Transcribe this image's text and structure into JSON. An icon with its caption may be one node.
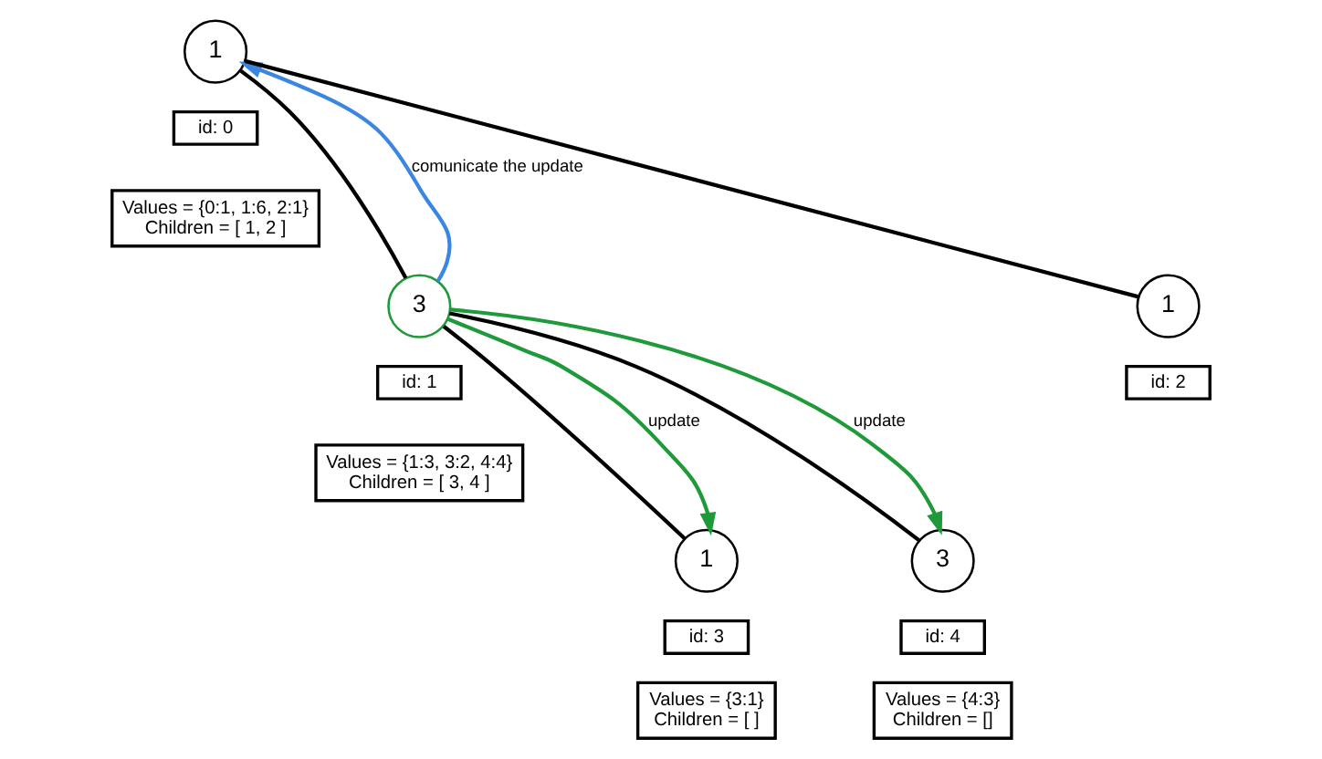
{
  "diagram": {
    "nodes": [
      {
        "text": [
          "1"
        ]
      },
      {
        "text": [
          "id: 0"
        ]
      },
      {
        "text": [
          "Values = {0:1, 1:6, 2:1}",
          "Children = [ 1, 2 ]"
        ]
      },
      {
        "text": [
          "3"
        ]
      },
      {
        "text": [
          "id: 1"
        ]
      },
      {
        "text": [
          "Values = {1:3, 3:2, 4:4}",
          "Children = [ 3, 4 ]"
        ]
      },
      {
        "text": [
          "1"
        ]
      },
      {
        "text": [
          "id: 2"
        ]
      },
      {
        "text": [
          "1"
        ]
      },
      {
        "text": [
          "id: 3"
        ]
      },
      {
        "text": [
          "Values = {3:1}",
          "Children = [ ]"
        ]
      },
      {
        "text": [
          "3"
        ]
      },
      {
        "text": [
          "id: 4"
        ]
      },
      {
        "text": [
          "Values = {4:3}",
          "Children = []"
        ]
      }
    ],
    "edges": [
      {
        "from": 0,
        "to": 3,
        "arrow": "none"
      },
      {
        "from": 0,
        "to": 6,
        "arrow": "none"
      },
      {
        "from": 3,
        "to": 8,
        "arrow": "none"
      },
      {
        "from": 3,
        "to": 11,
        "arrow": "none"
      },
      {
        "from": 3,
        "to": 0,
        "arrow": "to",
        "label": "comunicate the update",
        "color": "#3a86e0"
      },
      {
        "from": 3,
        "to": 8,
        "arrow": "to",
        "label": "update",
        "color": "#1e9a3a"
      },
      {
        "from": 3,
        "to": 11,
        "arrow": "to",
        "label": "update",
        "color": "#1e9a3a"
      }
    ]
  }
}
